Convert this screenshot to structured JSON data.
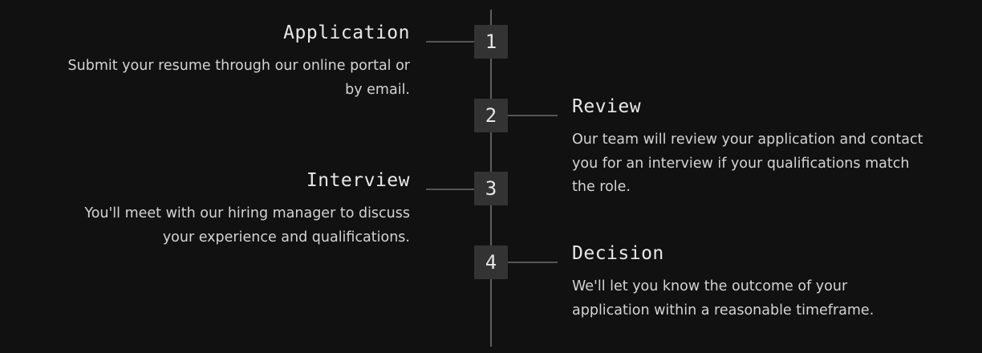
{
  "steps": [
    {
      "number": "1",
      "title": "Application",
      "description": "Submit your resume through our online portal or by email."
    },
    {
      "number": "2",
      "title": "Review",
      "description": "Our team will review your application and contact you for an interview if your qualifications match the role."
    },
    {
      "number": "3",
      "title": "Interview",
      "description": "You'll meet with our hiring manager to discuss your experience and qualifications."
    },
    {
      "number": "4",
      "title": "Decision",
      "description": "We'll let you know the outcome of your application within a reasonable timeframe."
    }
  ]
}
